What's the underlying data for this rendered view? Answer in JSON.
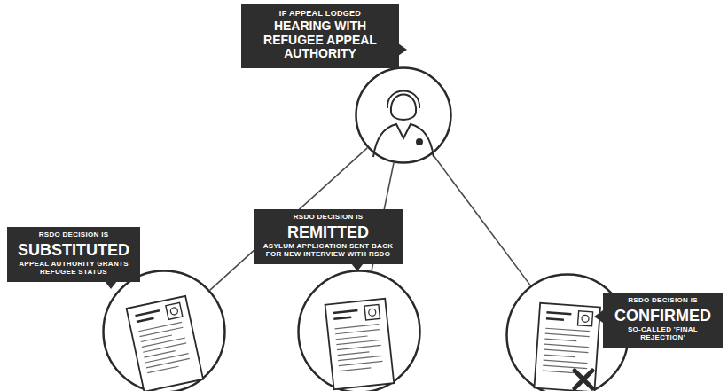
{
  "diagram": {
    "nodes": [
      {
        "text": [
          "IF APPEAL LODGED",
          "HEARING WITH REFUGEE APPEAL AUTHORITY"
        ]
      },
      {
        "text": [
          "RSDO DECISION IS",
          "SUBSTITUTED",
          "APPEAL AUTHORITY GRANTS REFUGEE STATUS"
        ]
      },
      {
        "text": [
          "RSDO DECISION IS",
          "REMITTED",
          "ASYLUM APPLICATION SENT BACK FOR NEW INTERVIEW WITH RSDO"
        ]
      },
      {
        "text": [
          "RSDO DECISION IS",
          "CONFIRMED",
          "SO-CALLED 'FINAL REJECTION'"
        ]
      }
    ],
    "edges": [
      {
        "from": 0,
        "to": 1,
        "arrow": "none"
      },
      {
        "from": 0,
        "to": 2,
        "arrow": "none"
      },
      {
        "from": 0,
        "to": 3,
        "arrow": "none"
      }
    ]
  }
}
